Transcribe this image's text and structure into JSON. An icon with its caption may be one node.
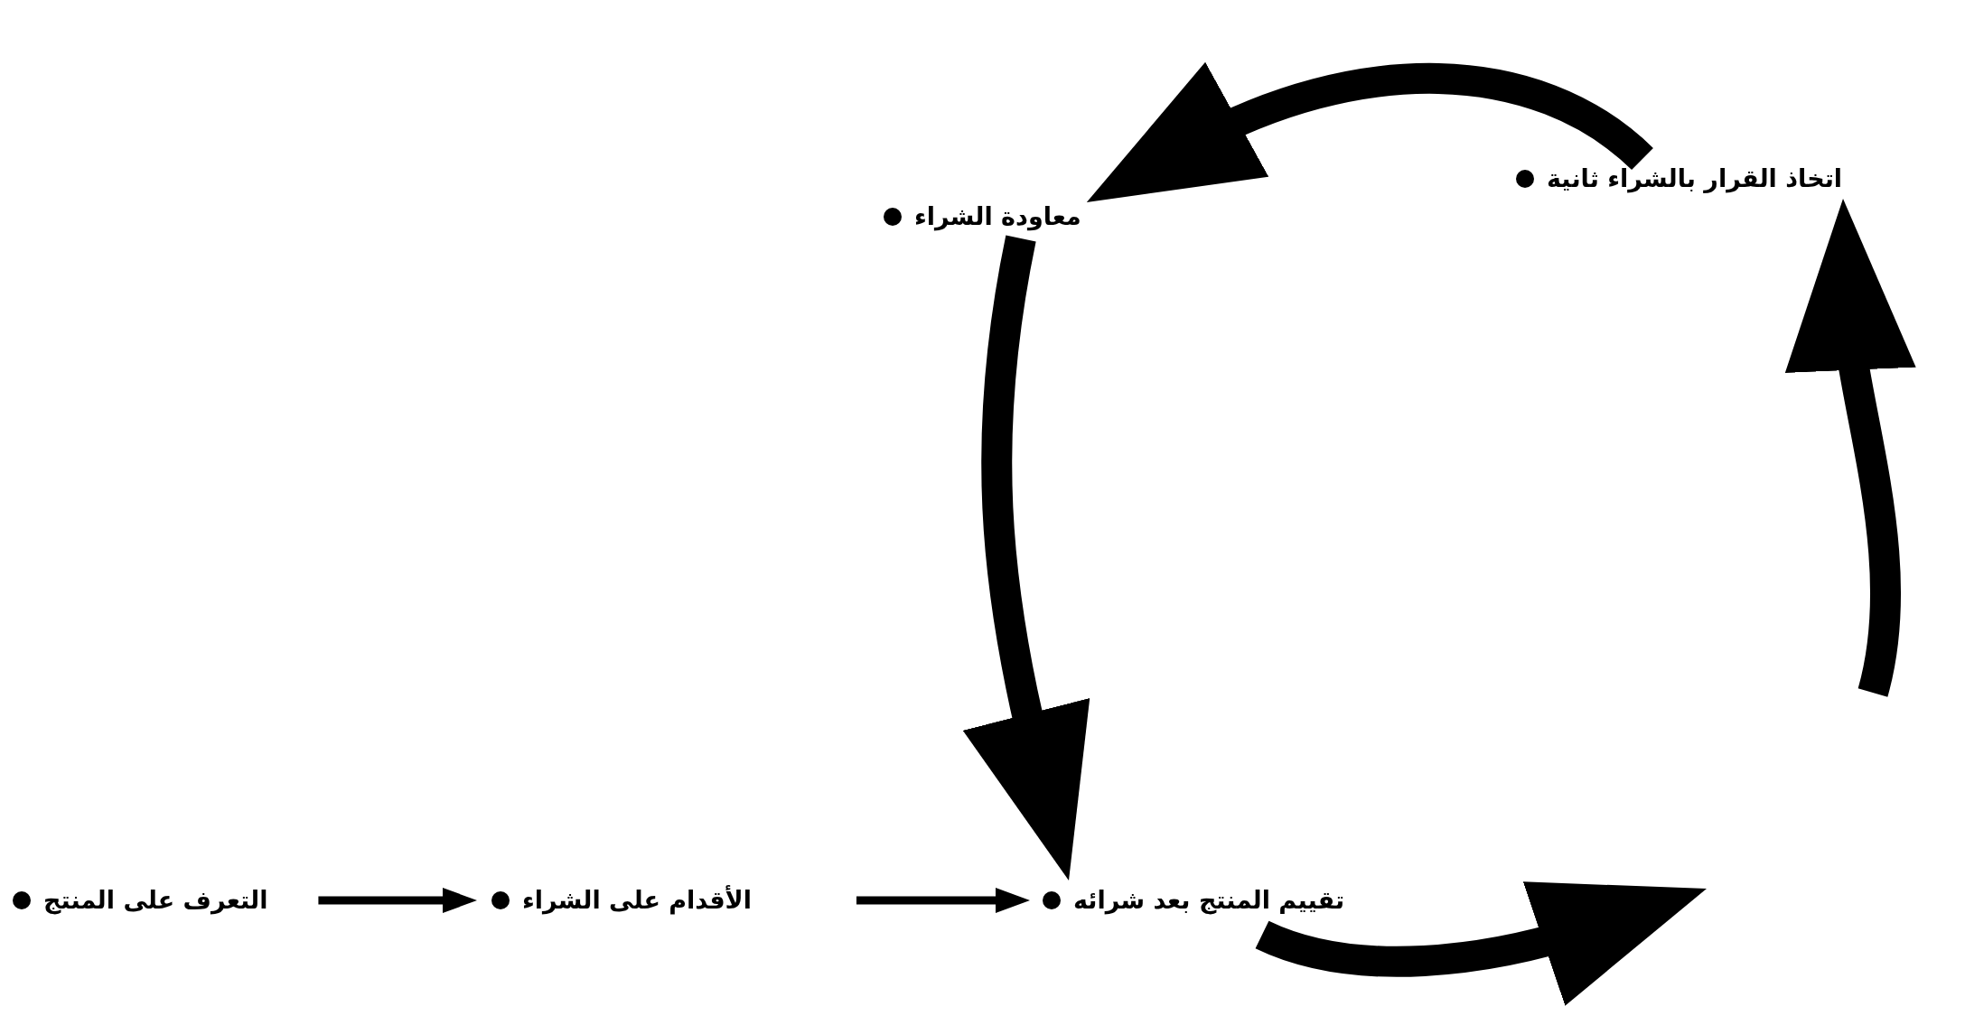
{
  "diagram": {
    "nodes": [
      {
        "text": [
          "اتخاذ القرار بالشراء ثانية"
        ]
      },
      {
        "text": [
          "معاودة الشراء"
        ]
      },
      {
        "text": [
          "تقييم المنتج بعد شرائه"
        ]
      },
      {
        "text": [
          "الأقدام على الشراء"
        ]
      },
      {
        "text": [
          "التعرف على المنتج"
        ]
      }
    ],
    "edges": [
      {
        "from": 4,
        "to": 3,
        "arrow": "to"
      },
      {
        "from": 3,
        "to": 2,
        "arrow": "to"
      },
      {
        "from": 2,
        "to": null,
        "arrow": "to"
      },
      {
        "from": null,
        "to": 0,
        "arrow": "to"
      },
      {
        "from": 0,
        "to": 1,
        "arrow": "to"
      },
      {
        "from": 1,
        "to": 2,
        "arrow": "to"
      }
    ]
  }
}
